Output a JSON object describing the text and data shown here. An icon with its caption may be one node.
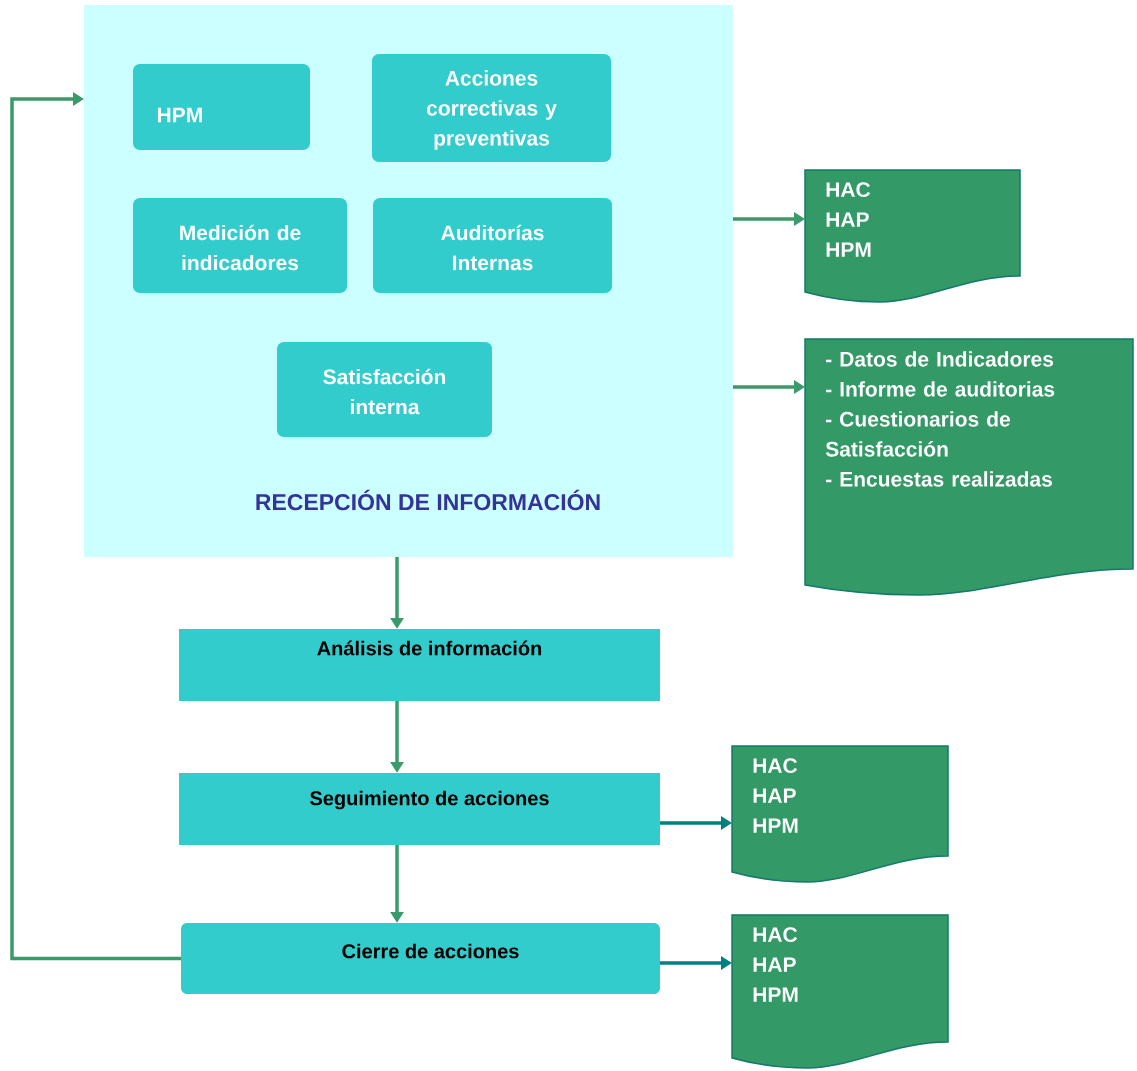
{
  "diagram": {
    "nodes": [
      {
        "text": [
          "RECEPCIÓN DE INFORMACIÓN"
        ]
      },
      {
        "text": [
          "HPM"
        ],
        "in": 0
      },
      {
        "text": [
          "Acciones correctivas y preventivas"
        ],
        "in": 0
      },
      {
        "text": [
          "Medición de indicadores"
        ],
        "in": 0
      },
      {
        "text": [
          "Auditorías Internas"
        ],
        "in": 0
      },
      {
        "text": [
          "Satisfacción interna"
        ],
        "in": 0
      },
      {
        "text": [
          "HAC",
          "HAP",
          "HPM"
        ]
      },
      {
        "text": [
          "- Datos de Indicadores",
          "- Informe de auditorias",
          "- Cuestionarios de Satisfacción",
          "- Encuestas realizadas"
        ]
      },
      {
        "text": [
          "Análisis de información"
        ]
      },
      {
        "text": [
          "Seguimiento de acciones"
        ]
      },
      {
        "text": [
          "HAC",
          "HAP",
          "HPM"
        ]
      },
      {
        "text": [
          "Cierre de acciones"
        ]
      },
      {
        "text": [
          "HAC",
          "HAP",
          "HPM"
        ]
      }
    ],
    "edges": [
      {
        "from": 0,
        "to": 6,
        "arrow": "to"
      },
      {
        "from": 0,
        "to": 7,
        "arrow": "to"
      },
      {
        "from": 0,
        "to": 8,
        "arrow": "to"
      },
      {
        "from": 8,
        "to": 9,
        "arrow": "to"
      },
      {
        "from": 9,
        "to": 10,
        "arrow": "to",
        "color": "#008080"
      },
      {
        "from": 9,
        "to": 11,
        "arrow": "to"
      },
      {
        "from": 11,
        "to": 12,
        "arrow": "to",
        "color": "#008080"
      },
      {
        "from": 11,
        "to": 0,
        "arrow": "to"
      }
    ]
  }
}
